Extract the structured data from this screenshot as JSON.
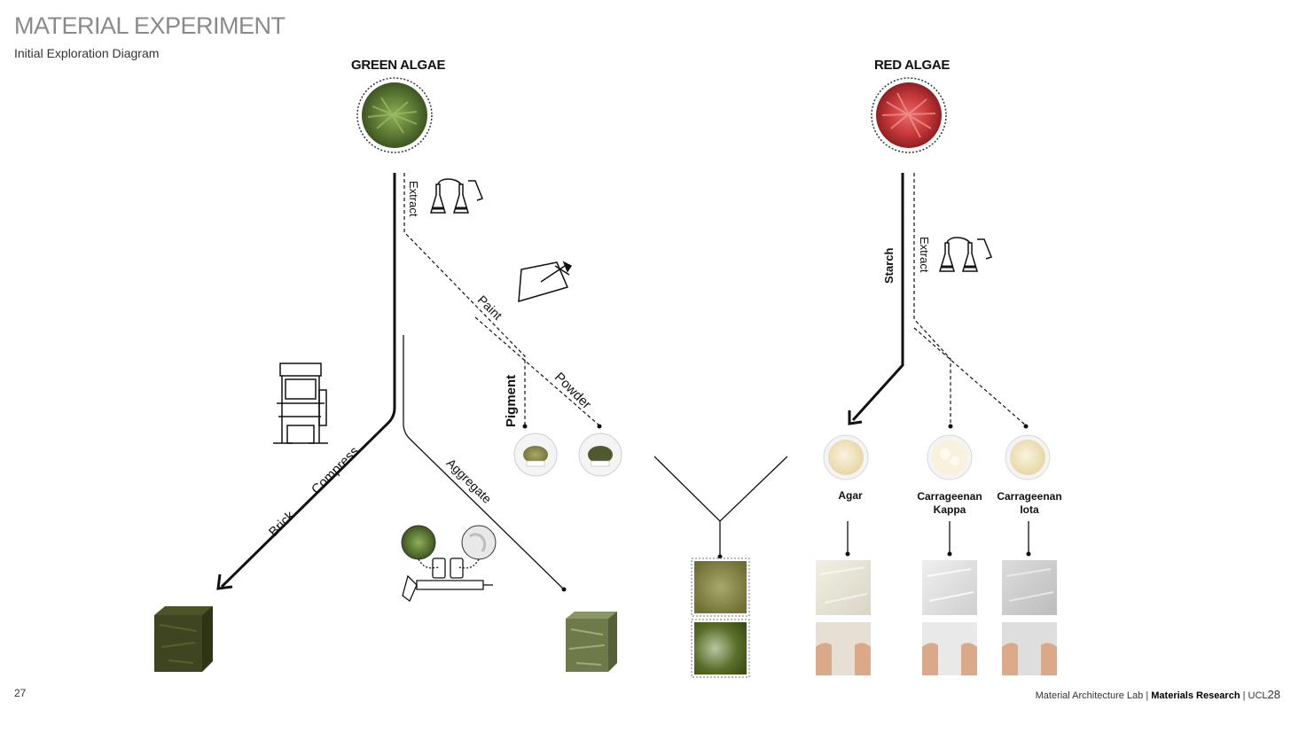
{
  "header": {
    "title": "MATERIAL EXPERIMENT",
    "subtitle": "Initial Exploration Diagram"
  },
  "nodes": {
    "green": "GREEN ALGAE",
    "red": "RED ALGAE"
  },
  "labels": {
    "extract_green": "Extract",
    "paint": "Paint",
    "pigment": "Pigment",
    "powder": "Powder",
    "brick": "Brick",
    "compress": "Compress",
    "aggregate": "Aggregate",
    "starch": "Starch",
    "extract_red": "Extract",
    "agar": "Agar",
    "carrageenan_kappa_1": "Carrageenan",
    "carrageenan_kappa_2": "Kappa",
    "carrageenan_iota_1": "Carrageenan",
    "carrageenan_iota_2": "Iota"
  },
  "footer": {
    "page_left": "27",
    "lab": "Material Architecture Lab | ",
    "research": "Materials Research",
    "sep": " | UCL",
    "page_right": "28"
  },
  "colors": {
    "green_algae": "#5e7a35",
    "red_algae": "#c6383a",
    "line": "#111111",
    "title_grey": "#8a8a8a"
  }
}
